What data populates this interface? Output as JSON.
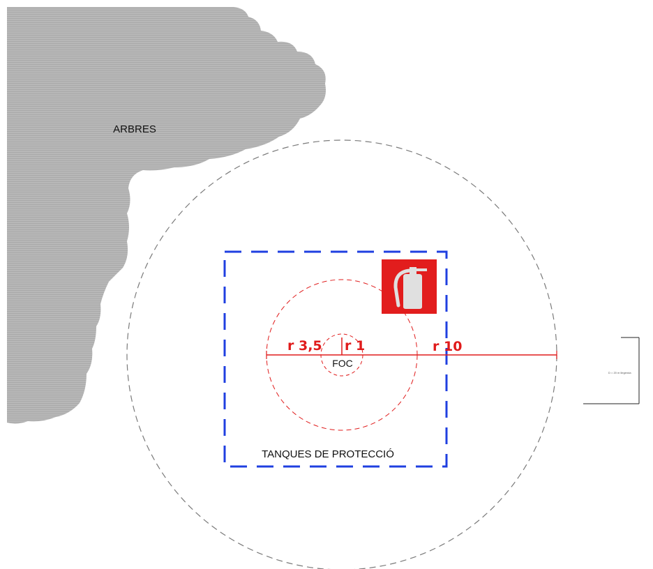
{
  "labels": {
    "trees": "ARBRES",
    "fire": "FOC",
    "tanks": "TANQUES DE PROTECCIÓ",
    "r_inner": "r 1",
    "r_middle": "r 3,5",
    "r_outer": "r 10",
    "scale_note": "D = 20 m llegenda"
  },
  "colors": {
    "trees": "#b3b3b3",
    "outer_circle": "#7a7a7a",
    "red": "#e01b1b",
    "tank_square": "#1f3fe0",
    "extinguisher_bg": "#e21d1d",
    "extinguisher_icon": "#e0e0e0"
  },
  "icons": {
    "extinguisher": "fire-extinguisher-icon"
  }
}
